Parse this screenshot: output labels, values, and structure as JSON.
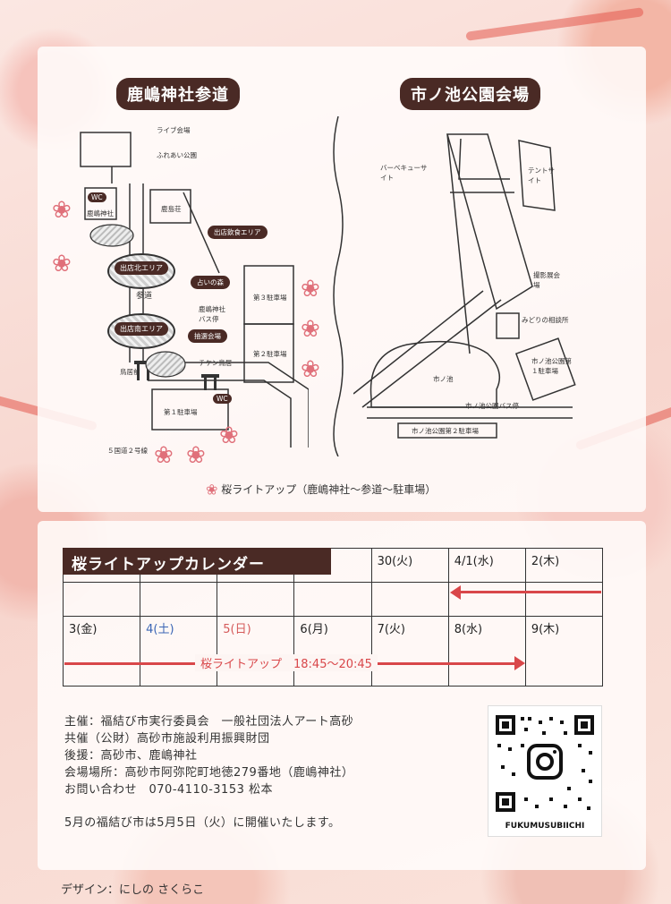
{
  "maps": {
    "left_title": "鹿嶋神社参道",
    "right_title": "市ノ池公園会場",
    "left": {
      "live_venue": "ライブ会場",
      "fureai_park": "ふれあい公園",
      "wc1": "WC",
      "shrine": "鹿嶋神社",
      "kashima_so": "鹿島荘",
      "food_area": "出店飲食エリア",
      "north_area": "出店北エリア",
      "south_area": "出店南エリア",
      "sando": "参道",
      "uranai": "占いの森",
      "parking3": "第３駐車場",
      "parking2": "第２駐車場",
      "bus_stop": "鹿嶋神社バス停",
      "lottery": "抽選会場",
      "torii": "鳥居前",
      "chikin": "チケン鳥居",
      "parking1": "第１駐車場",
      "wc2": "WC",
      "route2": "５国道２号線"
    },
    "right": {
      "bbq": "バーベキューサイト",
      "tent": "テントサイト",
      "photo": "撮影展会場",
      "midori": "みどりの相談所",
      "park_parking1": "市ノ池公園第１駐車場",
      "pond": "市ノ池",
      "park_bus": "市ノ池公園バス停",
      "park_parking2": "市ノ池公園第２駐車場"
    },
    "legend": "桜ライトアップ（鹿嶋神社～参道～駐車場）"
  },
  "calendar": {
    "title": "桜ライトアップカレンダー",
    "row1": [
      "30(火)",
      "4/1(水)",
      "2(木)"
    ],
    "row3": [
      "3(金)",
      "4(土)",
      "5(日)",
      "6(月)",
      "7(火)",
      "8(水)",
      "9(木)"
    ],
    "lightup_label": "桜ライトアップ　18:45～20:45",
    "arrow_color": "#d9474a"
  },
  "info": {
    "host": "主催：福結び市実行委員会　一般社団法人アート高砂",
    "cohost": "共催（公財）高砂市施設利用振興財団",
    "support": "後援：高砂市、鹿嶋神社",
    "venue": "会場場所：高砂市阿弥陀町地徳279番地（鹿嶋神社）",
    "contact": "お問い合わせ　070-4110-3153 松本",
    "notice": "5月の福結び市は5月5日（火）に開催いたします。"
  },
  "qr": {
    "label": "FUKUMUSUBIICHI",
    "icon": "instagram-icon"
  },
  "credit": "デザイン：にしの さくらこ"
}
